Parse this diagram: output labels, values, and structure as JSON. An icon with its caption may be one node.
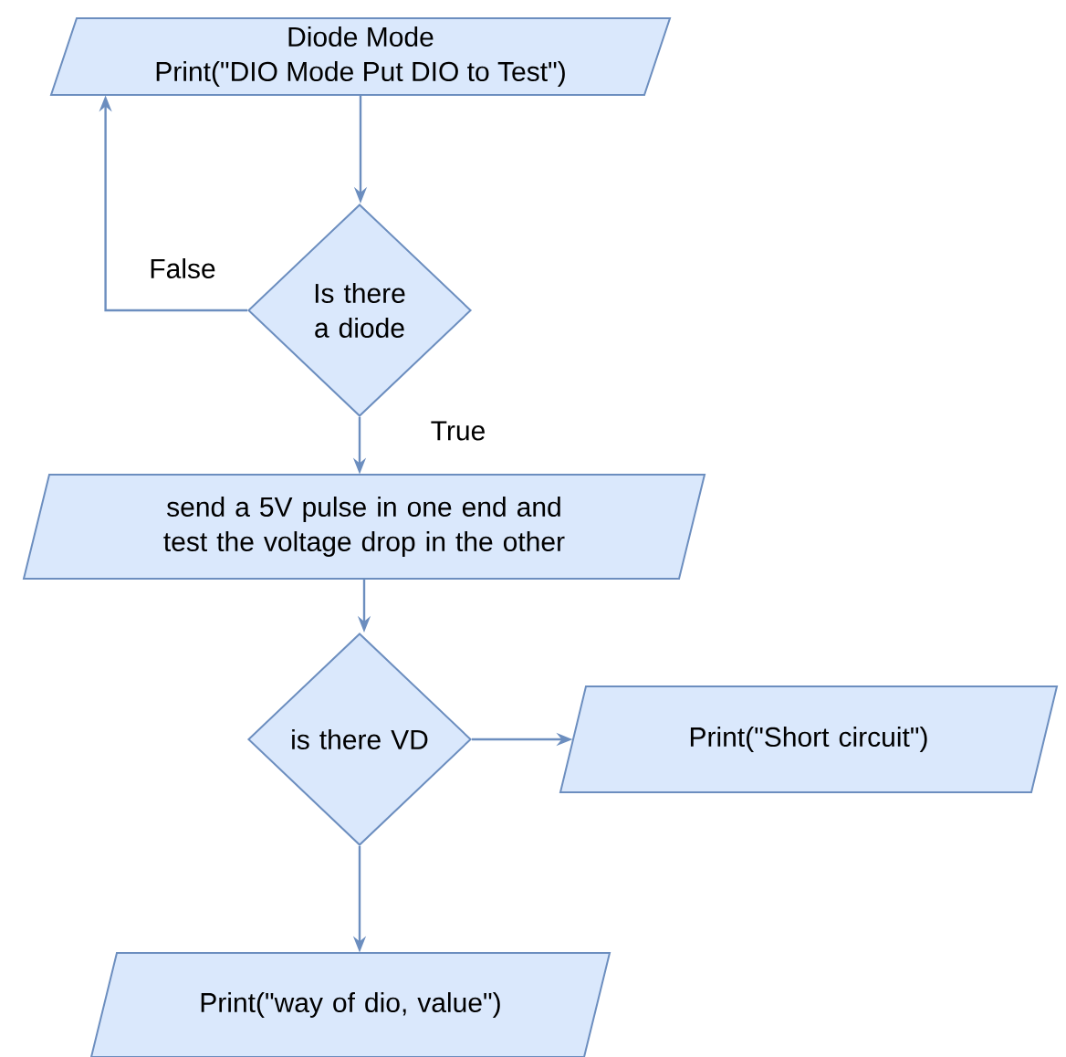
{
  "diagram": {
    "nodes": [
      {
        "text": [
          "Diode Mode",
          "Print(\"DIO Mode Put DIO to Test\")"
        ]
      },
      {
        "text": [
          "Is there a diode"
        ]
      },
      {
        "text": [
          "send a 5V pulse in one end and test the voltage drop in the other"
        ]
      },
      {
        "text": [
          "is there VD"
        ]
      },
      {
        "text": [
          "Print(\"Short circuit\")"
        ]
      },
      {
        "text": [
          "Print(\"way of dio, value\")"
        ]
      }
    ],
    "edges": [
      {
        "from": 0,
        "to": 1,
        "arrow": "to"
      },
      {
        "from": 1,
        "to": 0,
        "arrow": "to",
        "label": "False"
      },
      {
        "from": 1,
        "to": 2,
        "arrow": "to",
        "label": "True"
      },
      {
        "from": 2,
        "to": 3,
        "arrow": "to"
      },
      {
        "from": 3,
        "to": 4,
        "arrow": "to"
      },
      {
        "from": 3,
        "to": 5,
        "arrow": "to"
      }
    ]
  }
}
